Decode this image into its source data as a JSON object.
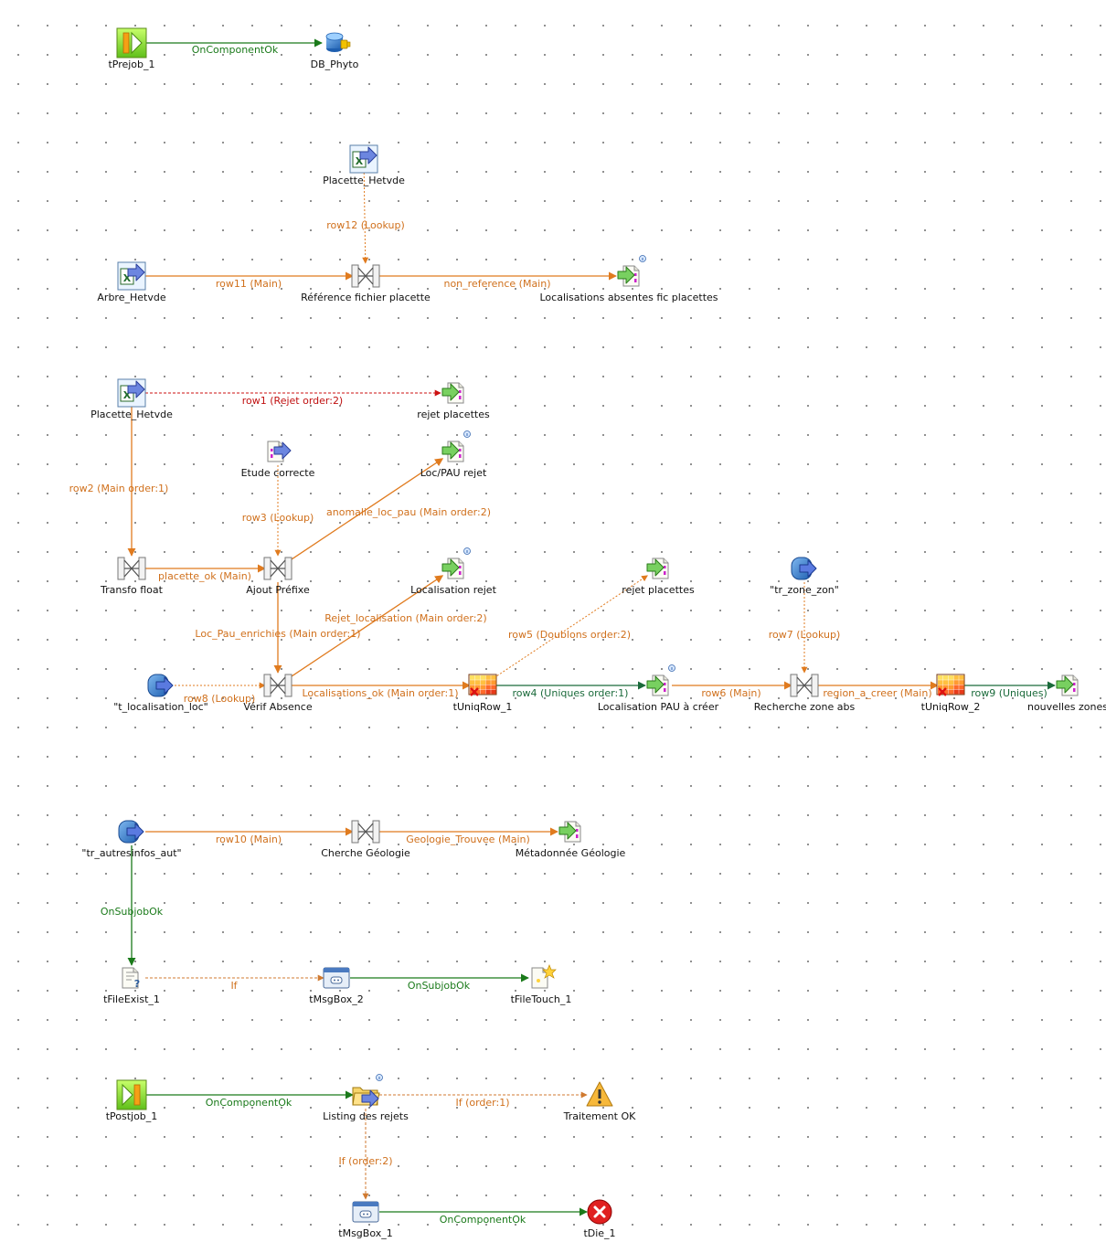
{
  "colors": {
    "main": "#e07b1f",
    "lookup": "#e07b1f",
    "reject": "#cc1111",
    "trigger": "#1a7a1a",
    "if": "#d07a30",
    "uniques": "#1a6a3a"
  },
  "nodes": [
    {
      "id": "tPrejob_1",
      "label": "tPrejob_1",
      "icon": "prejob-icon"
    },
    {
      "id": "DB_Phyto",
      "label": "DB_Phyto",
      "icon": "database-connection-icon"
    },
    {
      "id": "Placette_Hetvde_lookup",
      "label": "Placette_Hetvde",
      "icon": "excel-input-icon"
    },
    {
      "id": "Arbre_Hetvde",
      "label": "Arbre_Hetvde",
      "icon": "excel-input-icon"
    },
    {
      "id": "Ref_fichier_placette",
      "label": "Référence fichier placette",
      "icon": "tmap-icon"
    },
    {
      "id": "Loc_absentes",
      "label": "Localisations absentes fic placettes",
      "icon": "file-output-icon"
    },
    {
      "id": "Placette_Hetvde",
      "label": "Placette_Hetvde",
      "icon": "excel-input-icon"
    },
    {
      "id": "rejet_placettes_1",
      "label": "rejet placettes",
      "icon": "file-output-icon"
    },
    {
      "id": "Etude_correcte",
      "label": "Etude correcte",
      "icon": "file-input-icon"
    },
    {
      "id": "Loc_PAU_rejet",
      "label": "Loc/PAU rejet",
      "icon": "file-output-icon"
    },
    {
      "id": "Transfo_float",
      "label": "Transfo float",
      "icon": "tmap-icon"
    },
    {
      "id": "Ajout_Prefixe",
      "label": "Ajout Préfixe",
      "icon": "tmap-icon"
    },
    {
      "id": "Localisation_rejet",
      "label": "Localisation rejet",
      "icon": "file-output-icon"
    },
    {
      "id": "rejet_placettes_2",
      "label": "rejet placettes",
      "icon": "file-output-icon"
    },
    {
      "id": "tr_zone_zon",
      "label": "\"tr_zone_zon\"",
      "icon": "db-input-icon"
    },
    {
      "id": "t_localisation_loc",
      "label": "\"t_localisation_loc\"",
      "icon": "db-input-icon"
    },
    {
      "id": "Verif_Absence",
      "label": "Vérif Absence",
      "icon": "tmap-icon"
    },
    {
      "id": "tUniqRow_1",
      "label": "tUniqRow_1",
      "icon": "uniqrow-icon"
    },
    {
      "id": "Loc_PAU_creer",
      "label": "Localisation PAU à créer",
      "icon": "file-output-icon"
    },
    {
      "id": "Recherche_zone_abs",
      "label": "Recherche zone abs",
      "icon": "tmap-icon"
    },
    {
      "id": "tUniqRow_2",
      "label": "tUniqRow_2",
      "icon": "uniqrow-icon"
    },
    {
      "id": "nouvelles_zones",
      "label": "nouvelles zones",
      "icon": "file-output-icon"
    },
    {
      "id": "tr_autresinfos_aut",
      "label": "\"tr_autresinfos_aut\"",
      "icon": "db-input-icon"
    },
    {
      "id": "Cherche_Geologie",
      "label": "Cherche Géologie",
      "icon": "tmap-icon"
    },
    {
      "id": "Metadonnee_Geologie",
      "label": "Métadonnée Géologie",
      "icon": "file-output-icon"
    },
    {
      "id": "tFileExist_1",
      "label": "tFileExist_1",
      "icon": "file-exist-icon"
    },
    {
      "id": "tMsgBox_2",
      "label": "tMsgBox_2",
      "icon": "msgbox-icon"
    },
    {
      "id": "tFileTouch_1",
      "label": "tFileTouch_1",
      "icon": "file-touch-icon"
    },
    {
      "id": "tPostjob_1",
      "label": "tPostjob_1",
      "icon": "postjob-icon"
    },
    {
      "id": "Listing_rejets",
      "label": "Listing des rejets",
      "icon": "file-list-icon"
    },
    {
      "id": "Traitement_OK",
      "label": "Traitement OK",
      "icon": "warning-icon"
    },
    {
      "id": "tMsgBox_1",
      "label": "tMsgBox_1",
      "icon": "msgbox-icon"
    },
    {
      "id": "tDie_1",
      "label": "tDie_1",
      "icon": "die-icon"
    }
  ],
  "links": [
    {
      "from": "tPrejob_1",
      "to": "DB_Phyto",
      "label": "OnComponentOk",
      "kind": "trigger"
    },
    {
      "from": "Placette_Hetvde_lookup",
      "to": "Ref_fichier_placette",
      "label": "row12 (Lookup)",
      "kind": "lookup"
    },
    {
      "from": "Arbre_Hetvde",
      "to": "Ref_fichier_placette",
      "label": "row11 (Main)",
      "kind": "main"
    },
    {
      "from": "Ref_fichier_placette",
      "to": "Loc_absentes",
      "label": "non_reference (Main)",
      "kind": "main"
    },
    {
      "from": "Placette_Hetvde",
      "to": "rejet_placettes_1",
      "label": "row1 (Rejet order:2)",
      "kind": "reject"
    },
    {
      "from": "Placette_Hetvde",
      "to": "Transfo_float",
      "label": "row2 (Main order:1)",
      "kind": "main"
    },
    {
      "from": "Etude_correcte",
      "to": "Ajout_Prefixe",
      "label": "row3 (Lookup)",
      "kind": "lookup"
    },
    {
      "from": "Transfo_float",
      "to": "Ajout_Prefixe",
      "label": "placette_ok (Main)",
      "kind": "main"
    },
    {
      "from": "Ajout_Prefixe",
      "to": "Loc_PAU_rejet",
      "label": "anomalie_loc_pau (Main order:2)",
      "kind": "main"
    },
    {
      "from": "Ajout_Prefixe",
      "to": "Verif_Absence",
      "label": "Loc_Pau_enrichies (Main order:1)",
      "kind": "main"
    },
    {
      "from": "Verif_Absence",
      "to": "Localisation_rejet",
      "label": "Rejet_localisation (Main order:2)",
      "kind": "main"
    },
    {
      "from": "t_localisation_loc",
      "to": "Verif_Absence",
      "label": "row8 (Lookup)",
      "kind": "lookup"
    },
    {
      "from": "Verif_Absence",
      "to": "tUniqRow_1",
      "label": "Localisations_ok (Main order:1)",
      "kind": "main"
    },
    {
      "from": "tUniqRow_1",
      "to": "rejet_placettes_2",
      "label": "row5 (Doublons order:2)",
      "kind": "lookup"
    },
    {
      "from": "tUniqRow_1",
      "to": "Loc_PAU_creer",
      "label": "row4 (Uniques order:1)",
      "kind": "uniques"
    },
    {
      "from": "Loc_PAU_creer",
      "to": "Recherche_zone_abs",
      "label": "row6 (Main)",
      "kind": "main"
    },
    {
      "from": "tr_zone_zon",
      "to": "Recherche_zone_abs",
      "label": "row7 (Lookup)",
      "kind": "lookup"
    },
    {
      "from": "Recherche_zone_abs",
      "to": "tUniqRow_2",
      "label": "region_a_creer (Main)",
      "kind": "main"
    },
    {
      "from": "tUniqRow_2",
      "to": "nouvelles_zones",
      "label": "row9 (Uniques)",
      "kind": "uniques"
    },
    {
      "from": "tr_autresinfos_aut",
      "to": "Cherche_Geologie",
      "label": "row10 (Main)",
      "kind": "main"
    },
    {
      "from": "Cherche_Geologie",
      "to": "Metadonnee_Geologie",
      "label": "Geologie_Trouvee (Main)",
      "kind": "main"
    },
    {
      "from": "tr_autresinfos_aut",
      "to": "tFileExist_1",
      "label": "OnSubjobOk",
      "kind": "trigger"
    },
    {
      "from": "tFileExist_1",
      "to": "tMsgBox_2",
      "label": "If",
      "kind": "if"
    },
    {
      "from": "tMsgBox_2",
      "to": "tFileTouch_1",
      "label": "OnSubjobOk",
      "kind": "trigger"
    },
    {
      "from": "tPostjob_1",
      "to": "Listing_rejets",
      "label": "OnComponentOk",
      "kind": "trigger"
    },
    {
      "from": "Listing_rejets",
      "to": "Traitement_OK",
      "label": "If (order:1)",
      "kind": "if"
    },
    {
      "from": "Listing_rejets",
      "to": "tMsgBox_1",
      "label": "If (order:2)",
      "kind": "if"
    },
    {
      "from": "tMsgBox_1",
      "to": "tDie_1",
      "label": "OnComponentOk",
      "kind": "trigger"
    }
  ]
}
